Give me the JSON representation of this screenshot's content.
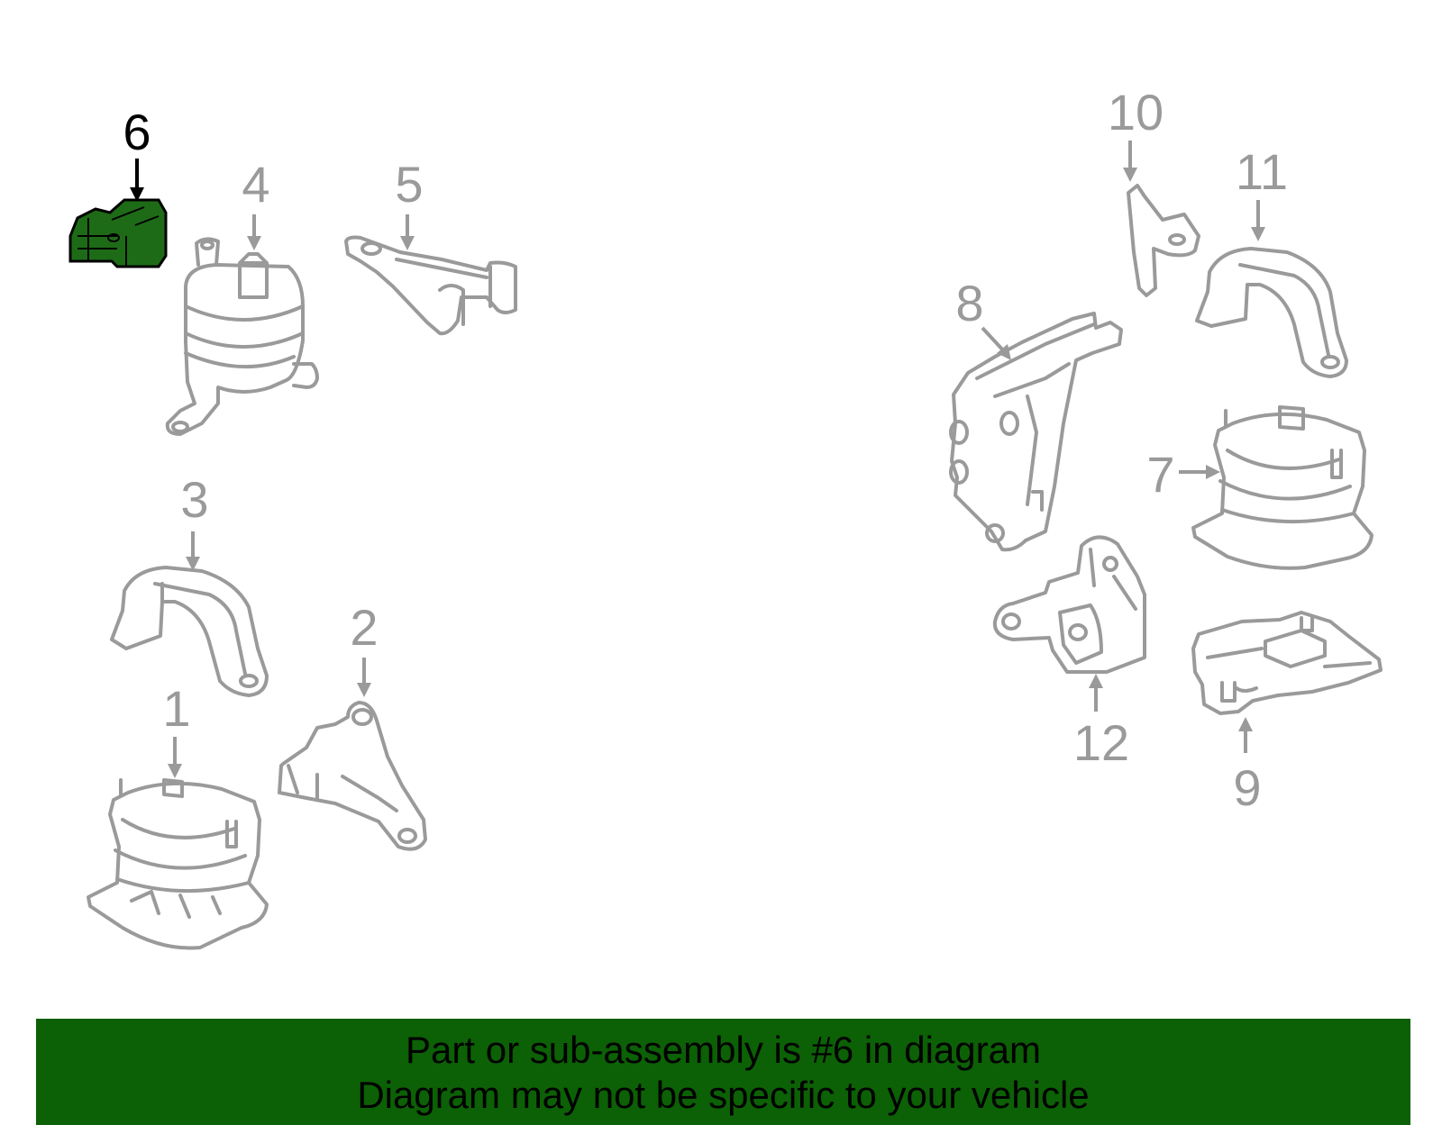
{
  "callouts": {
    "c1": "1",
    "c2": "2",
    "c3": "3",
    "c4": "4",
    "c5": "5",
    "c6": "6",
    "c7": "7",
    "c8": "8",
    "c9": "9",
    "c10": "10",
    "c11": "11",
    "c12": "12"
  },
  "highlight_part": "6",
  "colors": {
    "part_stroke": "#9a9a9a",
    "highlight_fill": "#1e6b17",
    "banner_bg": "#0c6005"
  },
  "banner": {
    "line1": "Part or sub-assembly is #6 in diagram",
    "line2": "Diagram may not be specific to your vehicle"
  }
}
